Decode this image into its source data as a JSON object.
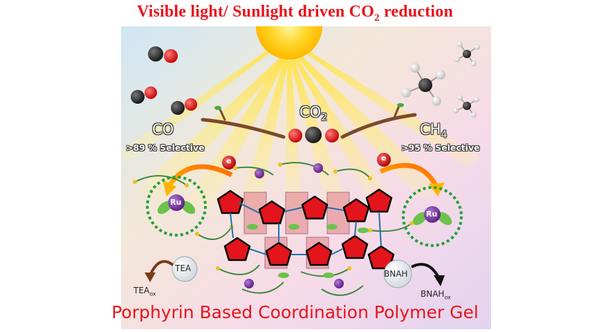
{
  "title": {
    "prefix": "Visible light/ Sunlight driven CO",
    "sub": "2",
    "suffix": " reduction"
  },
  "center_label": {
    "main": "CO",
    "sub": "2"
  },
  "left_product": {
    "name": "CO",
    "selectivity": ">89 % Selective"
  },
  "right_product": {
    "name": "CH",
    "sub": "4",
    "selectivity": ">95 % Selective"
  },
  "electron": "e",
  "ru": "Ru",
  "tea": {
    "label": "TEA",
    "ox_main": "TEA",
    "ox_sub": "ox"
  },
  "bnah": {
    "label": "BNAH",
    "ox_main": "BNAH",
    "ox_sub": "ox"
  },
  "footer": "Porphyrin Based Coordination Polymer Gel",
  "colors": {
    "title": "#e8141b",
    "sun": "#ffd21f",
    "carbon": "#222222",
    "oxygen": "#e01818",
    "ru": "#7b2fa1",
    "leaf": "#4caa3a"
  }
}
